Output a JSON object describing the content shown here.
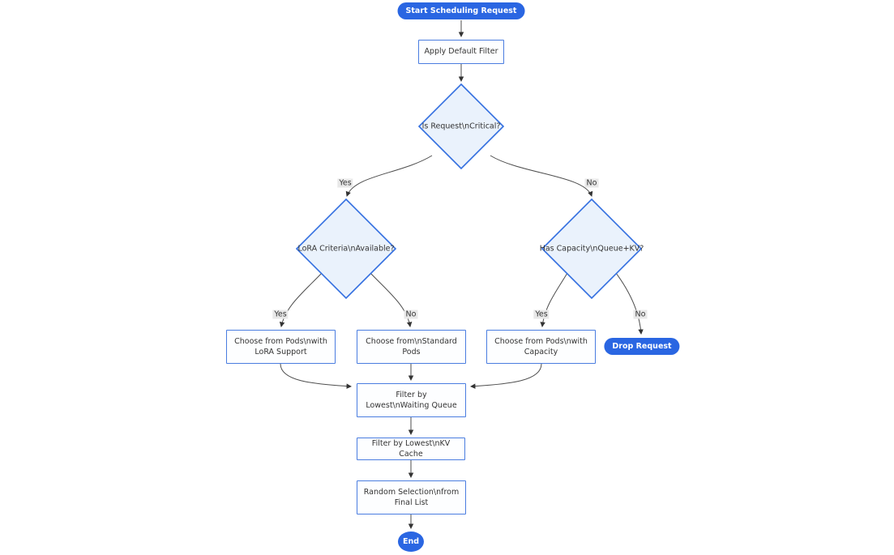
{
  "colors": {
    "accent": "#2a66e2",
    "diamond_fill": "#eaf2fc",
    "diamond_border": "#336fe0",
    "rect_fill": "#fdfeff",
    "rect_border": "#4a7de0",
    "edge": "#4d4d4d",
    "arrow": "#333333",
    "text": "#333333",
    "pill_text": "#ffffff",
    "label_bg": "#e8e8e8",
    "background": "#ffffff"
  },
  "nodes": {
    "start": {
      "label": "Start Scheduling Request",
      "shape": "stadium"
    },
    "apply_filter": {
      "label": "Apply Default Filter",
      "shape": "rect"
    },
    "is_critical": {
      "label": "Is Request\\nCritical?",
      "shape": "diamond"
    },
    "lora_available": {
      "label": "LoRA Criteria\\nAvailable?",
      "shape": "diamond"
    },
    "has_capacity": {
      "label": "Has Capacity\\nQueue+KV?",
      "shape": "diamond"
    },
    "choose_lora": {
      "label": "Choose from Pods\\nwith LoRA Support",
      "shape": "rect"
    },
    "choose_standard": {
      "label": "Choose from\\nStandard Pods",
      "shape": "rect"
    },
    "choose_capacity": {
      "label": "Choose from Pods\\nwith Capacity",
      "shape": "rect"
    },
    "drop_request": {
      "label": "Drop Request",
      "shape": "stadium"
    },
    "filter_waiting_queue": {
      "label": "Filter by Lowest\\nWaiting Queue",
      "shape": "rect"
    },
    "filter_kv_cache": {
      "label": "Filter by Lowest\\nKV Cache",
      "shape": "rect"
    },
    "random_selection": {
      "label": "Random Selection\\nfrom Final List",
      "shape": "rect"
    },
    "end": {
      "label": "End",
      "shape": "circle"
    }
  },
  "edges": [
    {
      "from": "start",
      "to": "apply_filter",
      "label": ""
    },
    {
      "from": "apply_filter",
      "to": "is_critical",
      "label": ""
    },
    {
      "from": "is_critical",
      "to": "lora_available",
      "label": "Yes"
    },
    {
      "from": "is_critical",
      "to": "has_capacity",
      "label": "No"
    },
    {
      "from": "lora_available",
      "to": "choose_lora",
      "label": "Yes"
    },
    {
      "from": "lora_available",
      "to": "choose_standard",
      "label": "No"
    },
    {
      "from": "has_capacity",
      "to": "choose_capacity",
      "label": "Yes"
    },
    {
      "from": "has_capacity",
      "to": "drop_request",
      "label": "No"
    },
    {
      "from": "choose_lora",
      "to": "filter_waiting_queue",
      "label": ""
    },
    {
      "from": "choose_standard",
      "to": "filter_waiting_queue",
      "label": ""
    },
    {
      "from": "choose_capacity",
      "to": "filter_waiting_queue",
      "label": ""
    },
    {
      "from": "filter_waiting_queue",
      "to": "filter_kv_cache",
      "label": ""
    },
    {
      "from": "filter_kv_cache",
      "to": "random_selection",
      "label": ""
    },
    {
      "from": "random_selection",
      "to": "end",
      "label": ""
    }
  ]
}
